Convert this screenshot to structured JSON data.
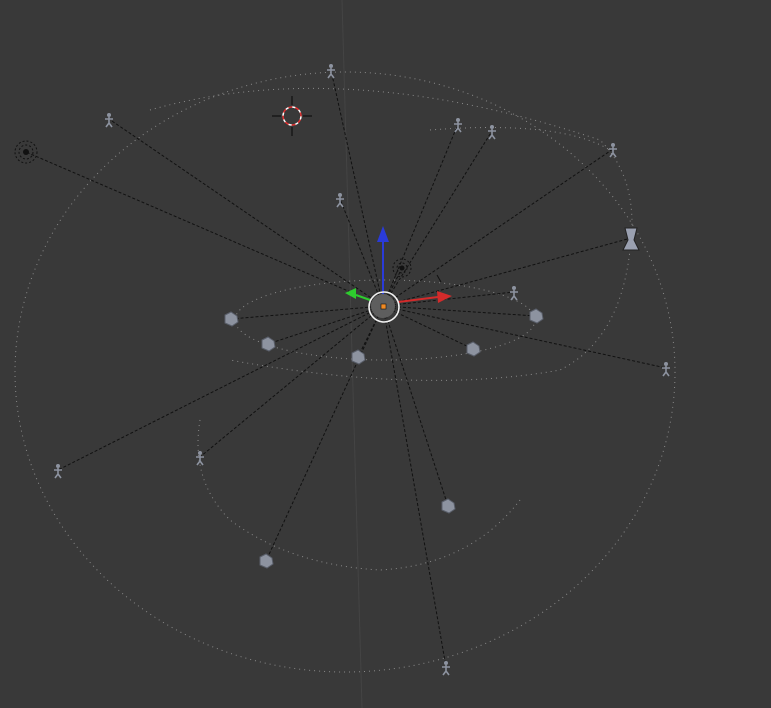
{
  "viewport": {
    "background": "#393939",
    "grid_color": "#434343",
    "path_color": "#8a8a8a",
    "link_color": "#111111",
    "object_color": "#8d93a0"
  },
  "gizmo": {
    "x_axis_color": "#d32b2b",
    "y_axis_color": "#2ecc2e",
    "z_axis_color": "#2a3bd9",
    "select_ring_color": "#f2f2f2",
    "origin_color": "#f08a24"
  },
  "cursor": {
    "name": "3d-cursor-icon",
    "ring_colors": [
      "#e03030",
      "#ffffff"
    ]
  },
  "objects": [
    {
      "name": "object-top",
      "icon": "figure-icon"
    },
    {
      "name": "object-upper-left",
      "icon": "figure-icon"
    },
    {
      "name": "object-far-left",
      "icon": "empty-icon"
    },
    {
      "name": "object-top-right-1",
      "icon": "figure-icon"
    },
    {
      "name": "object-top-right-2",
      "icon": "figure-icon"
    },
    {
      "name": "object-top-right-3",
      "icon": "figure-icon"
    },
    {
      "name": "object-right-lamp",
      "icon": "lamp-icon"
    },
    {
      "name": "object-right-far",
      "icon": "figure-icon"
    },
    {
      "name": "object-left-figure",
      "icon": "figure-icon"
    },
    {
      "name": "object-lower-left-1",
      "icon": "figure-icon"
    },
    {
      "name": "object-lower-left-2",
      "icon": "rock-icon"
    },
    {
      "name": "object-lower-center",
      "icon": "rock-icon"
    },
    {
      "name": "object-bottom",
      "icon": "figure-icon"
    },
    {
      "name": "object-center-rock",
      "icon": "rock-icon"
    },
    {
      "name": "object-center-right-rock",
      "icon": "rock-icon"
    },
    {
      "name": "object-inner-left-1",
      "icon": "rock-icon"
    },
    {
      "name": "object-inner-left-2",
      "icon": "rock-icon"
    },
    {
      "name": "object-inner-right",
      "icon": "rock-icon"
    },
    {
      "name": "object-inner-right-2",
      "icon": "figure-icon"
    },
    {
      "name": "object-speaker",
      "icon": "speaker-icon"
    },
    {
      "name": "object-top-stick",
      "icon": "figure-icon"
    }
  ]
}
